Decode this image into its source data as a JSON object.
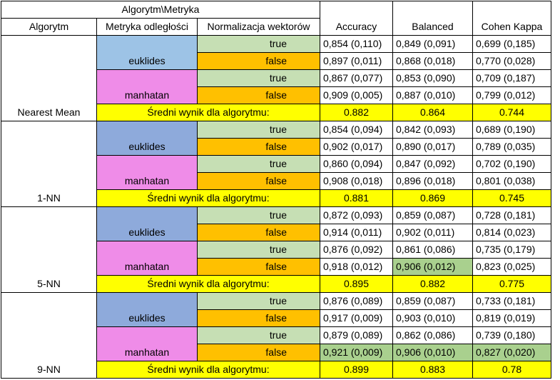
{
  "colors": {
    "yellow": "#ffff00",
    "green": "#c6dfb4",
    "green_hi": "#a9d08e",
    "orange": "#ffc000",
    "blue1": "#9dc3e6",
    "blue2": "#8eaadb",
    "pink": "#ef8ce8"
  },
  "header": {
    "group": "Algorytm\\Metryka",
    "algorithm": "Algorytm",
    "metric": "Metryka odległości",
    "normalization": "Normalizacja wektorów",
    "accuracy": "Accuracy",
    "balanced": "Balanced",
    "kappa": "Cohen Kappa"
  },
  "avg_label": "Średni wynik dla algorytmu:",
  "groups": [
    {
      "name": "Nearest Mean",
      "euc_color": "blue1",
      "metrics": [
        {
          "name": "euklides",
          "rows": [
            {
              "norm": "true",
              "acc": "0,854 (0,110)",
              "bal": "0,849 (0,091)",
              "kap": "0,699 (0,185)"
            },
            {
              "norm": "false",
              "acc": "0,897 (0,011)",
              "bal": "0,868 (0,018)",
              "kap": "0,770 (0,028)"
            }
          ]
        },
        {
          "name": "manhatan",
          "rows": [
            {
              "norm": "true",
              "acc": "0,867 (0,077)",
              "bal": "0,853 (0,090)",
              "kap": "0,709 (0,187)"
            },
            {
              "norm": "false",
              "acc": "0,909 (0,005)",
              "bal": "0,887 (0,010)",
              "kap": "0,799 (0,012)"
            }
          ]
        }
      ],
      "avg": {
        "acc": "0.882",
        "bal": "0.864",
        "kap": "0.744"
      }
    },
    {
      "name": "1-NN",
      "euc_color": "blue2",
      "metrics": [
        {
          "name": "euklides",
          "rows": [
            {
              "norm": "true",
              "acc": "0,854 (0,094)",
              "bal": "0,842 (0,093)",
              "kap": "0,689 (0,190)"
            },
            {
              "norm": "false",
              "acc": "0,902 (0,017)",
              "bal": "0,890 (0,017)",
              "kap": "0,789 (0,035)"
            }
          ]
        },
        {
          "name": "manhatan",
          "rows": [
            {
              "norm": "true",
              "acc": "0,860 (0,094)",
              "bal": "0,847 (0,092)",
              "kap": "0,702 (0,190)"
            },
            {
              "norm": "false",
              "acc": "0,908 (0,018)",
              "bal": "0,896 (0,018)",
              "kap": "0,801 (0,038)"
            }
          ]
        }
      ],
      "avg": {
        "acc": "0.881",
        "bal": "0.869",
        "kap": "0.745"
      }
    },
    {
      "name": "5-NN",
      "euc_color": "blue2",
      "metrics": [
        {
          "name": "euklides",
          "rows": [
            {
              "norm": "true",
              "acc": "0,872 (0,093)",
              "bal": "0,859 (0,087)",
              "kap": "0,728 (0,181)"
            },
            {
              "norm": "false",
              "acc": "0,914 (0,011)",
              "bal": "0,902 (0,011)",
              "kap": "0,814 (0,023)"
            }
          ]
        },
        {
          "name": "manhatan",
          "rows": [
            {
              "norm": "true",
              "acc": "0,876 (0,092)",
              "bal": "0,861 (0,086)",
              "kap": "0,735 (0,179)"
            },
            {
              "norm": "false",
              "acc": "0,918 (0,012)",
              "bal": "0,906 (0,012)",
              "kap": "0,823 (0,025)",
              "hi": [
                "bal"
              ]
            }
          ]
        }
      ],
      "avg": {
        "acc": "0.895",
        "bal": "0.882",
        "kap": "0.775"
      }
    },
    {
      "name": "9-NN",
      "euc_color": "blue2",
      "metrics": [
        {
          "name": "euklides",
          "rows": [
            {
              "norm": "true",
              "acc": "0,876 (0,089)",
              "bal": "0,859 (0,087)",
              "kap": "0,733 (0,181)"
            },
            {
              "norm": "false",
              "acc": "0,917 (0,009)",
              "bal": "0,903 (0,010)",
              "kap": "0,819 (0,019)"
            }
          ]
        },
        {
          "name": "manhatan",
          "rows": [
            {
              "norm": "true",
              "acc": "0,879 (0,089)",
              "bal": "0,862 (0,086)",
              "kap": "0,739 (0,180)"
            },
            {
              "norm": "false",
              "acc": "0,921 (0,009)",
              "bal": "0,906 (0,010)",
              "kap": "0,827 (0,020)",
              "hi": [
                "acc",
                "bal",
                "kap"
              ]
            }
          ]
        }
      ],
      "avg": {
        "acc": "0.899",
        "bal": "0.883",
        "kap": "0.78"
      }
    }
  ]
}
